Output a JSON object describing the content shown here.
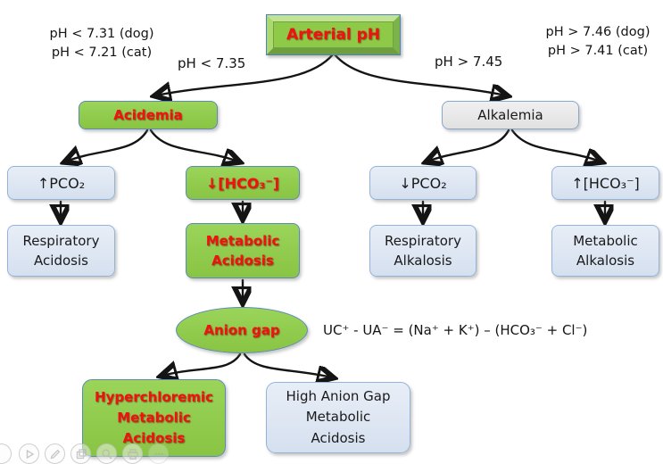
{
  "diagram": {
    "title": "Arterial pH",
    "side_notes": {
      "left": [
        "pH < 7.31 (dog)",
        "pH < 7.21 (cat)"
      ],
      "right": [
        "pH > 7.46 (dog)",
        "pH > 7.41 (cat)"
      ]
    },
    "branch_labels": {
      "left": "pH < 7.35",
      "right": "pH > 7.45"
    },
    "nodes": {
      "arterial_ph": "Arterial pH",
      "acidemia": "Acidemia",
      "alkalemia": "Alkalemia",
      "pco2_up": "↑PCO₂",
      "hco3_down": "↓[HCO₃⁻]",
      "pco2_down": "↓PCO₂",
      "hco3_up": "↑[HCO₃⁻]",
      "respiratory_acidosis": [
        "Respiratory",
        "Acidosis"
      ],
      "metabolic_acidosis": [
        "Metabolic",
        "Acidosis"
      ],
      "respiratory_alkalosis": [
        "Respiratory",
        "Alkalosis"
      ],
      "metabolic_alkalosis": [
        "Metabolic",
        "Alkalosis"
      ],
      "anion_gap": "Anion gap",
      "hyperchloremic_metabolic_acidosis": [
        "Hyperchloremic",
        "Metabolic",
        "Acidosis"
      ],
      "high_anion_gap_metabolic_acidosis": [
        "High Anion Gap",
        "Metabolic",
        "Acidosis"
      ]
    },
    "formula": "UC⁺ - UA⁻ = (Na⁺ + K⁺) – (HCO₃⁻ + Cl⁻)",
    "colors": {
      "green_fill": "#92D050",
      "blue_fill": "#DCE6F2",
      "gray_fill": "#E9E9E9",
      "box_border_blue": "#5B8AB8",
      "red_text": "#F01212",
      "arrow": "#141414"
    },
    "toolbar": {
      "icons": [
        "partial-circle",
        "play",
        "pencil",
        "copy",
        "magnifier",
        "printer",
        "more"
      ]
    }
  }
}
